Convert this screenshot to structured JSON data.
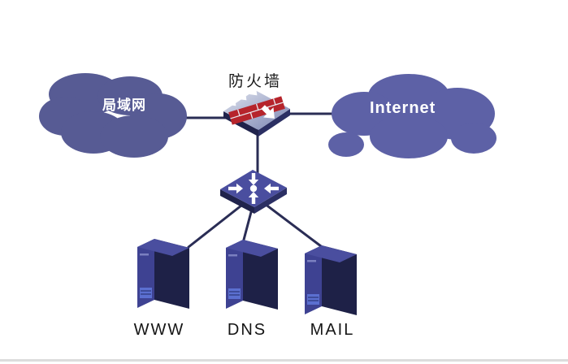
{
  "diagram": {
    "kind": "network-topology",
    "nodes": [
      {
        "id": "lan-cloud",
        "type": "cloud",
        "label": "局域网",
        "icon": "cloud-icon"
      },
      {
        "id": "internet-cloud",
        "type": "cloud",
        "label": "Internet",
        "icon": "cloud-icon"
      },
      {
        "id": "firewall",
        "type": "firewall",
        "label": "防火墙",
        "icon": "firewall-icon"
      },
      {
        "id": "core-switch",
        "type": "switch",
        "label": "",
        "icon": "switch-icon"
      },
      {
        "id": "server-www",
        "type": "server",
        "label": "WWW",
        "icon": "server-tower-icon"
      },
      {
        "id": "server-dns",
        "type": "server",
        "label": "DNS",
        "icon": "server-tower-icon"
      },
      {
        "id": "server-mail",
        "type": "server",
        "label": "MAIL",
        "icon": "server-tower-icon"
      }
    ],
    "edges": [
      {
        "from": "lan-cloud",
        "to": "firewall"
      },
      {
        "from": "firewall",
        "to": "internet-cloud"
      },
      {
        "from": "firewall",
        "to": "core-switch"
      },
      {
        "from": "core-switch",
        "to": "server-www"
      },
      {
        "from": "core-switch",
        "to": "server-dns"
      },
      {
        "from": "core-switch",
        "to": "server-mail"
      }
    ],
    "colors": {
      "background": "#ffffff",
      "lan_cloud_fill": "#575b94",
      "internet_cloud_fill": "#5d61a6",
      "connection_line": "#2a2d55",
      "device_top_fill": "#4a4e9f",
      "device_side_fill": "#20234c",
      "server_front_fill": "#3e4292",
      "server_side_fill": "#1e2147",
      "firewall_wall_red": "#b6242b",
      "cloud_label_color": "#ffffff",
      "text_label_color": "#1a1a1a"
    }
  }
}
